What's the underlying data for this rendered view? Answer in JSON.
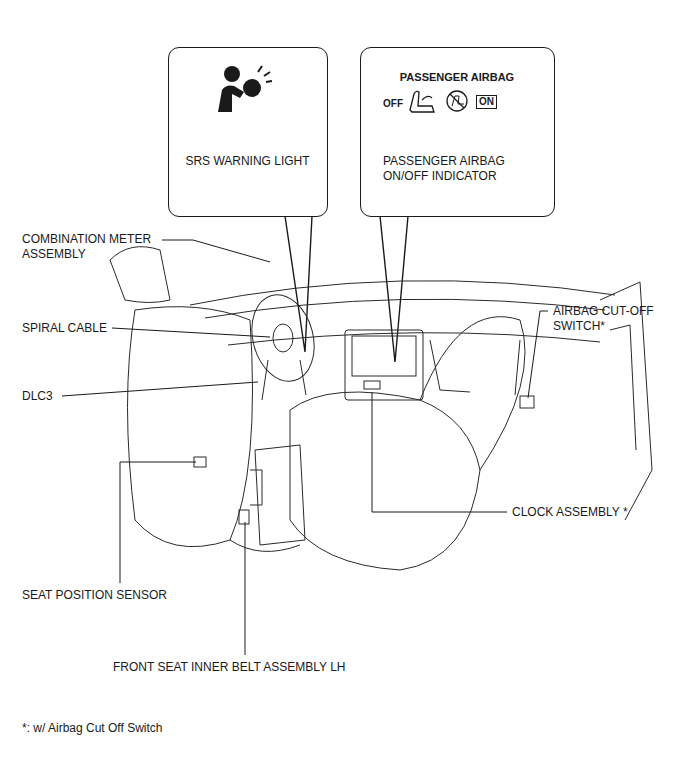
{
  "diagram": {
    "nodes": [
      {
        "text": [
          "SRS WARNING LIGHT"
        ]
      },
      {
        "text": [
          "PASSENGER AIRBAG",
          "OFF",
          "ON",
          "PASSENGER AIRBAG ON/OFF INDICATOR"
        ]
      }
    ],
    "labels": [
      "COMBINATION METER ASSEMBLY",
      "SPIRAL CABLE",
      "DLC3",
      "AIRBAG CUT-OFF SWITCH*",
      "CLOCK ASSEMBLY *",
      "SEAT POSITION SENSOR",
      "FRONT SEAT INNER BELT ASSEMBLY LH",
      "*: w/ Airbag Cut Off Switch"
    ]
  }
}
